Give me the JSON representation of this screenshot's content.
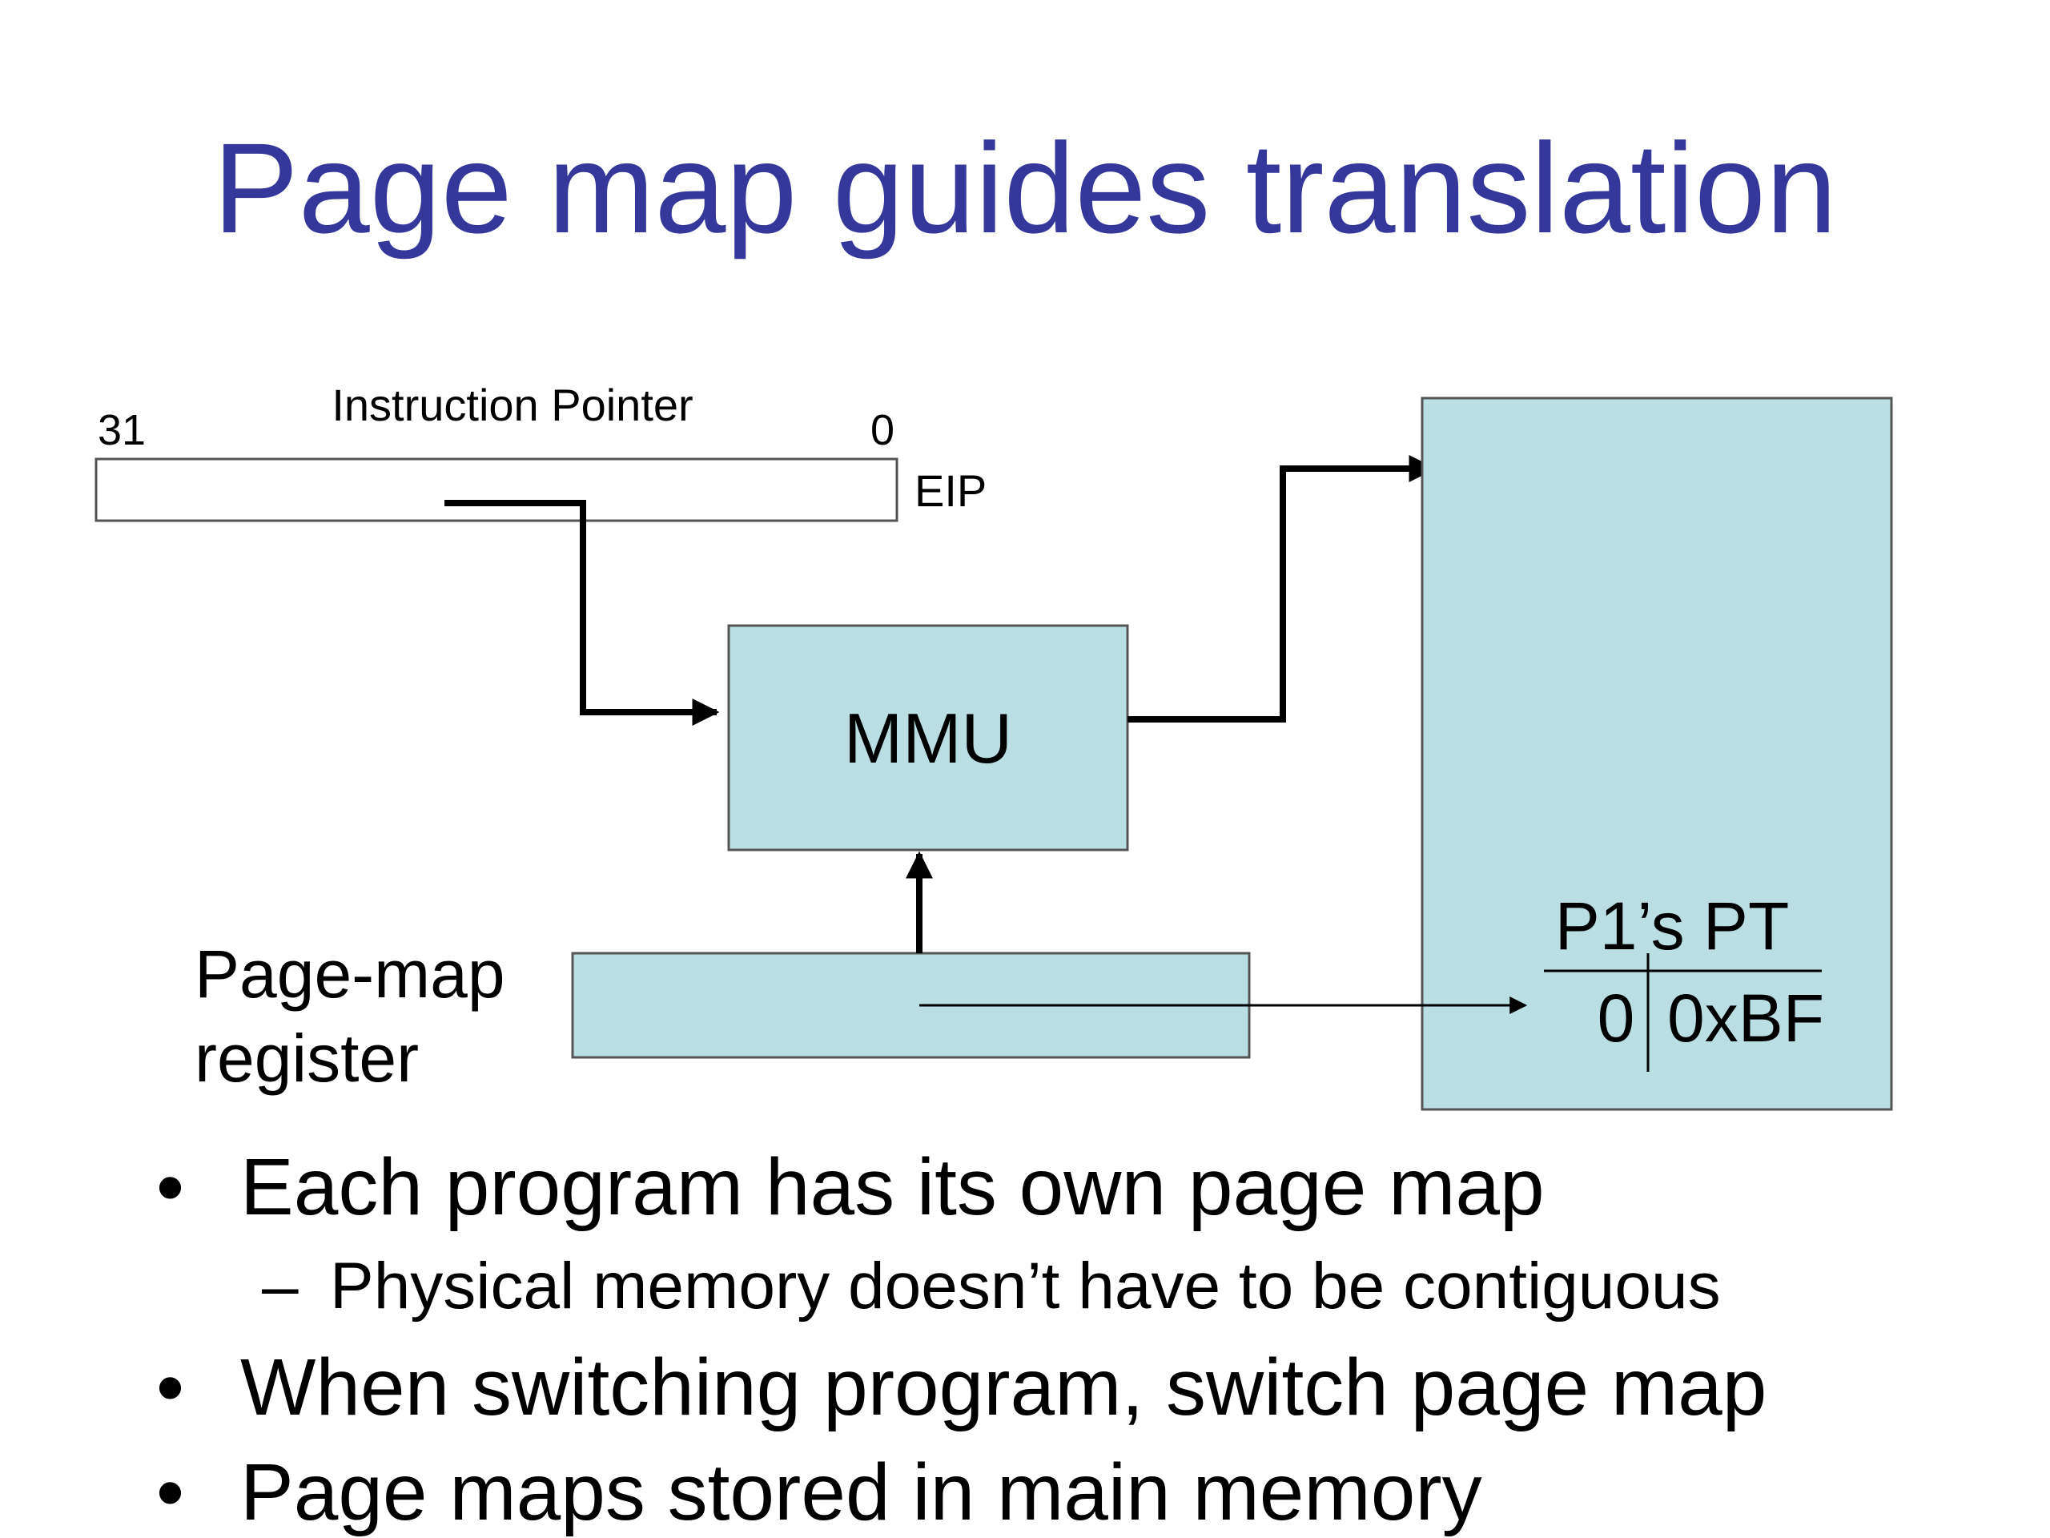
{
  "slide": {
    "title": "Page map guides translation"
  },
  "diagram": {
    "register_title": "Instruction Pointer",
    "bit_high": "31",
    "bit_low": "0",
    "register_name": "EIP",
    "mmu_label": "MMU",
    "pagemap_label_line1": "Page-map",
    "pagemap_label_line2": "register",
    "page_table_title": "P1’s PT",
    "page_table_rows": [
      {
        "index": "0",
        "value": "0xBF"
      }
    ],
    "colors": {
      "box_fill": "#b9dfe3",
      "title": "#35379a",
      "line": "#000000"
    }
  },
  "bullets": [
    {
      "level": 1,
      "marker": "•",
      "text": "Each program has its own page map"
    },
    {
      "level": 2,
      "marker": "–",
      "text": "Physical memory doesn’t have to be contiguous"
    },
    {
      "level": 1,
      "marker": "•",
      "text": "When switching program, switch page map"
    },
    {
      "level": 1,
      "marker": "•",
      "text": "Page maps stored in main memory"
    }
  ]
}
